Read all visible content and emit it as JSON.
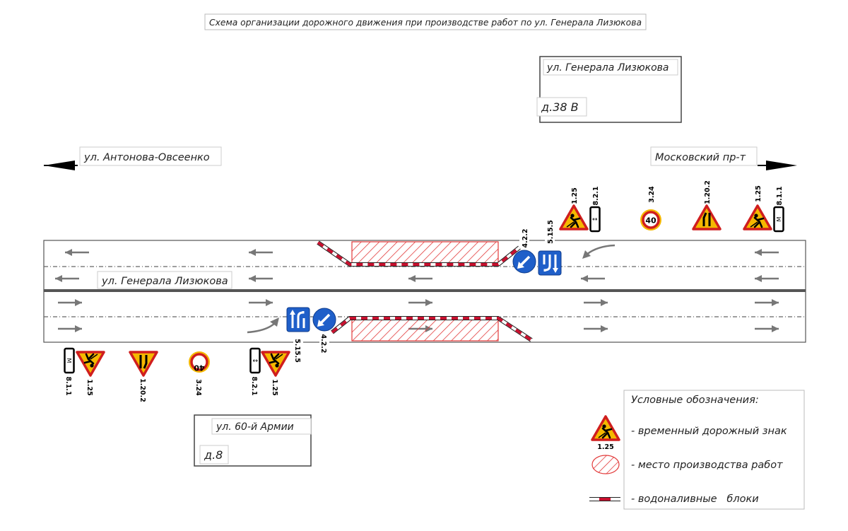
{
  "title": "Схема организации дорожного движения при производстве работ по ул. Генерала Лизюкова",
  "building_north": {
    "street": "ул. Генерала Лизюкова",
    "house": "д.38 В"
  },
  "building_south": {
    "street": "ул. 60-й Армии",
    "house": "д.8"
  },
  "direction_left": "ул. Антонова-Овсеенко",
  "direction_right": "Московский пр-т",
  "road_label": "ул. Генерала Лизюкова",
  "signs": {
    "s125": "1.25",
    "s811": "8.1.1",
    "s821": "8.2.1",
    "s324": "3.24",
    "s1202": "1.20.2",
    "s422": "4.2.2",
    "s5155": "5.15.5",
    "speed": "40",
    "plate_m": "М"
  },
  "legend": {
    "title": "Условные обозначения:",
    "sign_code": "1.25",
    "items": [
      "- временный дорожный знак",
      "- место производства работ",
      "- водоналивные   блоки"
    ]
  },
  "colors": {
    "sign_yellow": "#f5b800",
    "sign_red": "#d01e1e",
    "sign_blue": "#1f5fc9",
    "work_hatch": "#e23a3a",
    "barrier_red": "#c8102e"
  }
}
